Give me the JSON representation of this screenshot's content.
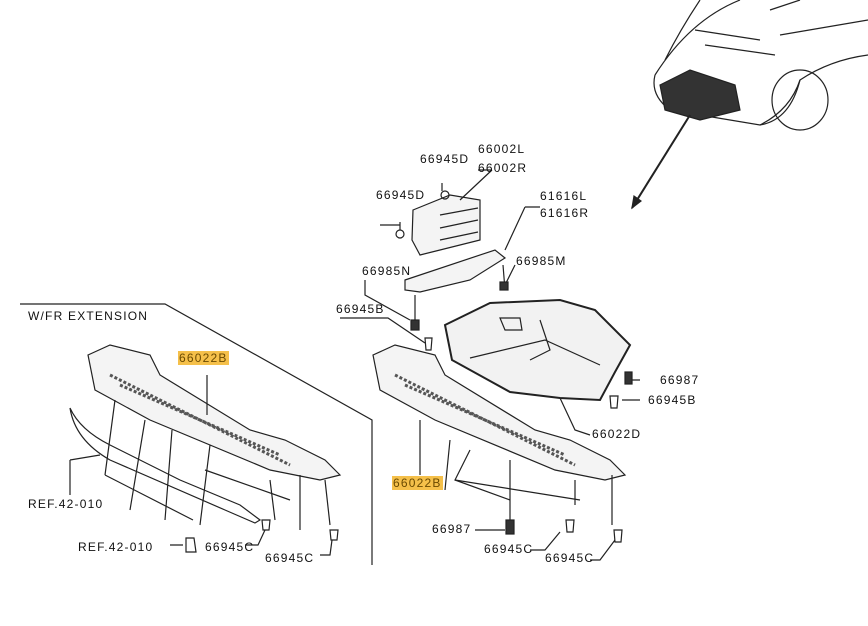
{
  "inset_title": "W/FR EXTENSION",
  "highlight_color": "#f5c04a",
  "labels": {
    "left_part": "66022B",
    "left_ref_1": "REF.42-010",
    "left_ref_2": "REF.42-010",
    "left_clip_1": "66945C",
    "left_clip_2": "66945C",
    "screw_d_top": "66945D",
    "screw_d_left": "66945D",
    "bracket_l": "66002L",
    "bracket_r": "66002R",
    "member_l": "61616L",
    "member_r": "61616R",
    "bolt_n": "66985N",
    "bolt_m": "66985M",
    "clip_b_left": "66945B",
    "nut_right": "66987",
    "clip_b_right": "66945B",
    "main_cover": "66022D",
    "right_part": "66022B",
    "nut_bottom": "66987",
    "right_clip_1": "66945C",
    "right_clip_2": "66945C"
  }
}
